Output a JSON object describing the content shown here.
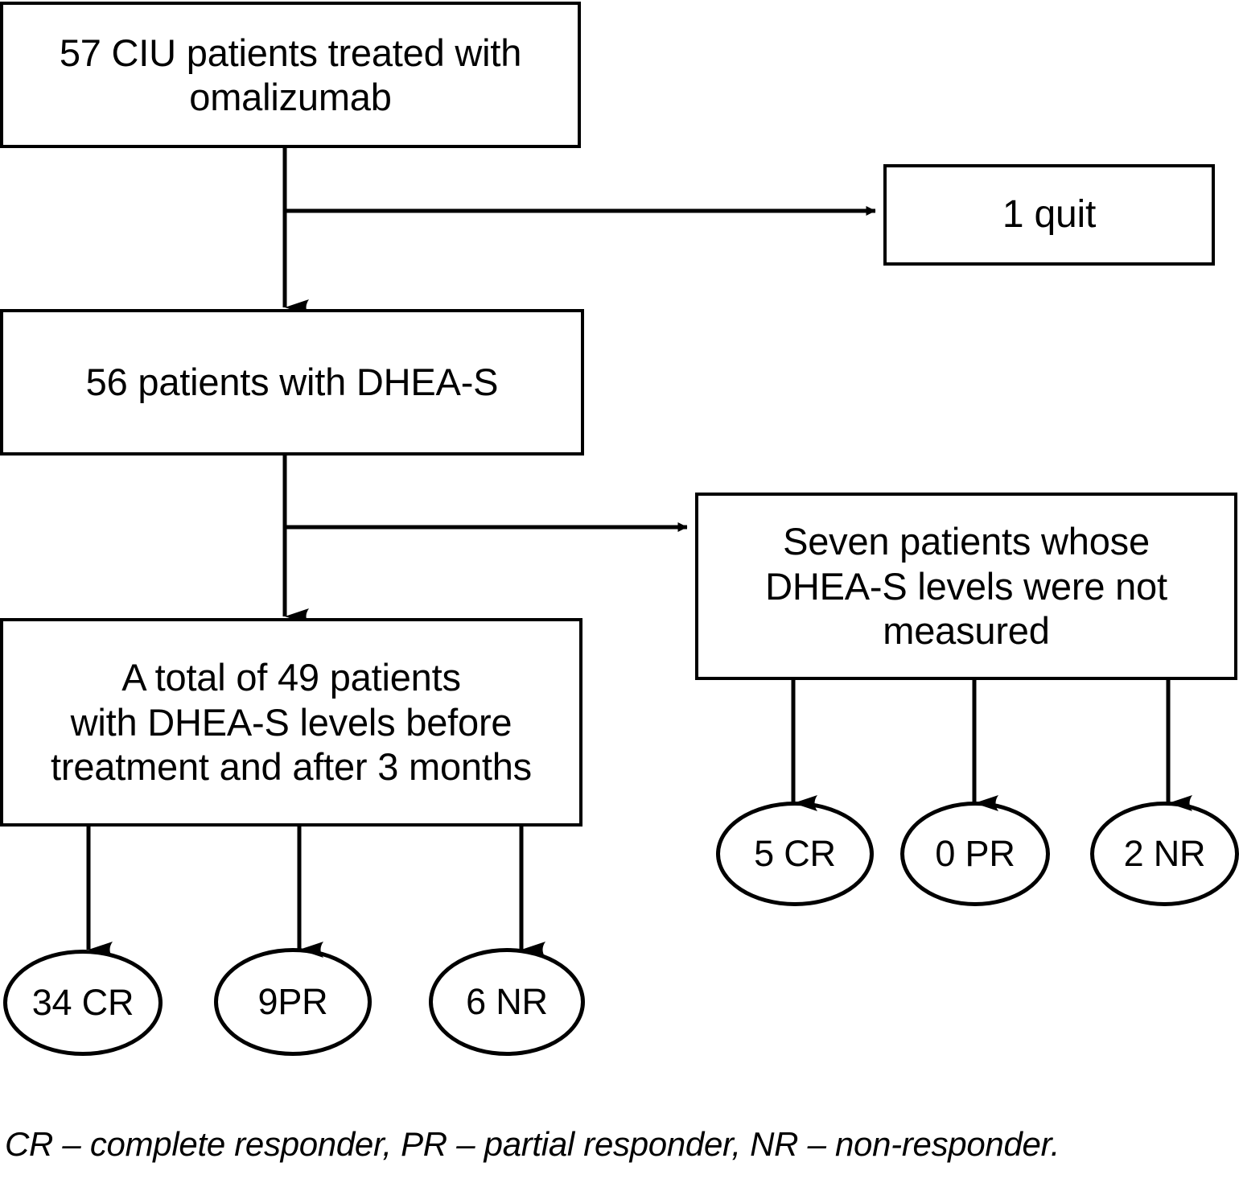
{
  "diagram": {
    "title": "CIU omalizumab DHEA-S patient flow diagram",
    "stroke_color": "#000000",
    "background_color": "#ffffff",
    "boxes": [
      {
        "id": "box-enrolled",
        "text": "57 CIU patients treated with\nomalizumab"
      },
      {
        "id": "box-quit",
        "text": "1 quit"
      },
      {
        "id": "box-dheas",
        "text": "56 patients with DHEA-S"
      },
      {
        "id": "box-not-measured",
        "text": "Seven patients whose\nDHEA-S levels were not\nmeasured"
      },
      {
        "id": "box-total49",
        "text": "A total of 49 patients\nwith DHEA-S levels before\ntreatment and after 3 months"
      }
    ],
    "ellipses": [
      {
        "id": "ellipse-34-cr",
        "text": "34 CR"
      },
      {
        "id": "ellipse-9-pr",
        "text": "9PR"
      },
      {
        "id": "ellipse-6-nr",
        "text": "6 NR"
      },
      {
        "id": "ellipse-5-cr",
        "text": "5 CR"
      },
      {
        "id": "ellipse-0-pr",
        "text": "0 PR"
      },
      {
        "id": "ellipse-2-nr",
        "text": "2 NR"
      }
    ],
    "caption": "CR – complete responder, PR – partial responder, NR – non-responder."
  }
}
